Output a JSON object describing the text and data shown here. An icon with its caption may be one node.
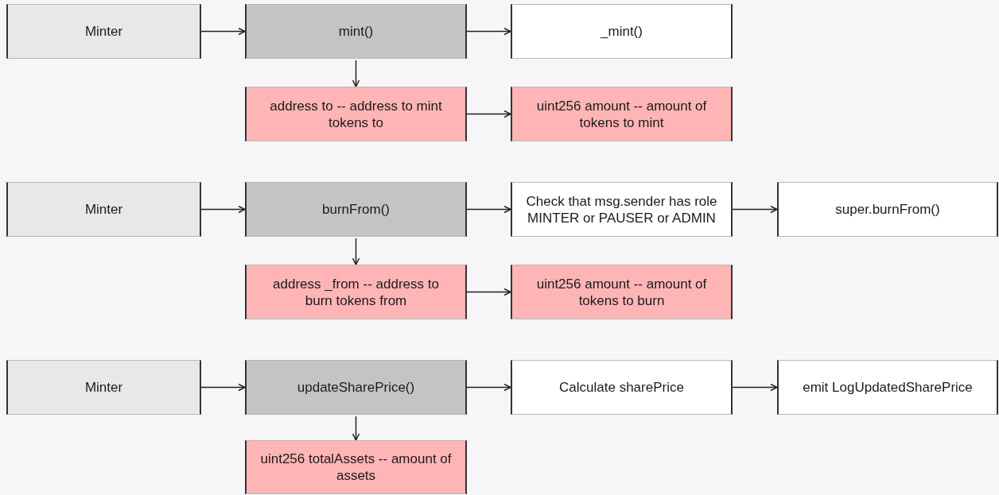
{
  "diagram": {
    "nodes": [
      {
        "text": [
          "Minter"
        ]
      },
      {
        "text": [
          "mint()"
        ]
      },
      {
        "text": [
          "_mint()"
        ]
      },
      {
        "text": [
          "address to -- address to mint tokens to"
        ]
      },
      {
        "text": [
          "uint256 amount -- amount of tokens to mint"
        ]
      },
      {
        "text": [
          "Minter"
        ]
      },
      {
        "text": [
          "burnFrom()"
        ]
      },
      {
        "text": [
          "Check that msg.sender has role MINTER or PAUSER or ADMIN"
        ]
      },
      {
        "text": [
          "super.burnFrom()"
        ]
      },
      {
        "text": [
          "address _from -- address to burn tokens from"
        ]
      },
      {
        "text": [
          "uint256 amount -- amount of tokens to burn"
        ]
      },
      {
        "text": [
          "Minter"
        ]
      },
      {
        "text": [
          "updateSharePrice()"
        ]
      },
      {
        "text": [
          "Calculate sharePrice"
        ]
      },
      {
        "text": [
          "emit LogUpdatedSharePrice"
        ]
      },
      {
        "text": [
          "uint256 totalAssets -- amount of assets"
        ]
      }
    ],
    "edges": [
      {
        "from": 0,
        "to": 1,
        "arrow": "to"
      },
      {
        "from": 1,
        "to": 2,
        "arrow": "to"
      },
      {
        "from": 1,
        "to": 3,
        "arrow": "to"
      },
      {
        "from": 3,
        "to": 4,
        "arrow": "to"
      },
      {
        "from": 5,
        "to": 6,
        "arrow": "to"
      },
      {
        "from": 6,
        "to": 7,
        "arrow": "to"
      },
      {
        "from": 7,
        "to": 8,
        "arrow": "to"
      },
      {
        "from": 6,
        "to": 9,
        "arrow": "to"
      },
      {
        "from": 9,
        "to": 10,
        "arrow": "to"
      },
      {
        "from": 11,
        "to": 12,
        "arrow": "to"
      },
      {
        "from": 12,
        "to": 13,
        "arrow": "to"
      },
      {
        "from": 13,
        "to": 14,
        "arrow": "to"
      },
      {
        "from": 12,
        "to": 15,
        "arrow": "to"
      }
    ]
  }
}
